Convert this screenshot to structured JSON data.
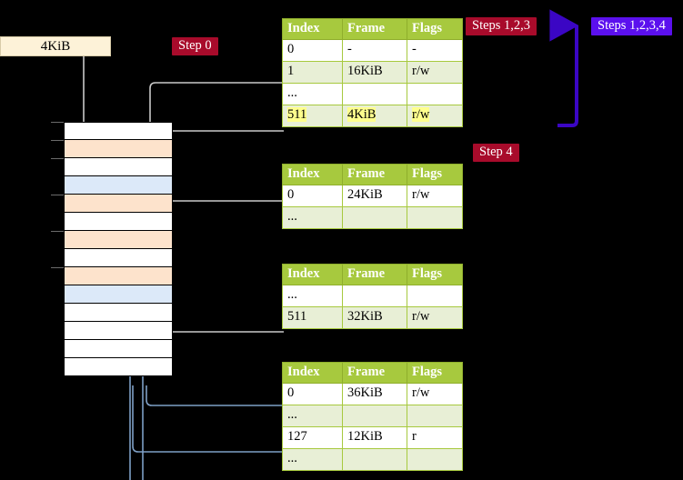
{
  "banner": {
    "label": "4KiB"
  },
  "badges": [
    {
      "name": "step-0",
      "label": "Step 0",
      "color": "#a80b2b",
      "style": "red"
    },
    {
      "name": "steps-123",
      "label": "Steps 1,2,3",
      "color": "#a80b2b",
      "style": "red"
    },
    {
      "name": "steps-1234",
      "label": "Steps 1,2,3,4",
      "color": "#5b10ee",
      "style": "blue"
    },
    {
      "name": "step-4",
      "label": "Step 4",
      "color": "#a80b2b",
      "style": "red"
    }
  ],
  "colors": {
    "table_header": "#a7c93e",
    "table_row_alt": "#e8efd6",
    "highlight": "#ffff8d",
    "memory_orange": "#fde3cc",
    "memory_blue": "#dce9f9",
    "banner_fill": "#fdf2d8",
    "wire_gray": "#b4b4b4",
    "wire_blue": "#7e9fc6",
    "bracket_purple": "#3b06c4"
  },
  "tables": [
    {
      "name": "page-table-1",
      "headers": [
        "Index",
        "Frame",
        "Flags"
      ],
      "rows": [
        {
          "cells": [
            "0",
            "-",
            "-"
          ],
          "shade": "w",
          "highlight": false
        },
        {
          "cells": [
            "1",
            "16KiB",
            "r/w"
          ],
          "shade": "g",
          "highlight": false
        },
        {
          "cells": [
            "...",
            "",
            ""
          ],
          "shade": "w",
          "highlight": false
        },
        {
          "cells": [
            "511",
            "4KiB",
            "r/w"
          ],
          "shade": "g",
          "highlight": true
        }
      ]
    },
    {
      "name": "page-table-2",
      "headers": [
        "Index",
        "Frame",
        "Flags"
      ],
      "rows": [
        {
          "cells": [
            "0",
            "24KiB",
            "r/w"
          ],
          "shade": "w",
          "highlight": false
        },
        {
          "cells": [
            "...",
            "",
            ""
          ],
          "shade": "g",
          "highlight": false
        }
      ]
    },
    {
      "name": "page-table-3",
      "headers": [
        "Index",
        "Frame",
        "Flags"
      ],
      "rows": [
        {
          "cells": [
            "...",
            "",
            ""
          ],
          "shade": "w",
          "highlight": false
        },
        {
          "cells": [
            "511",
            "32KiB",
            "r/w"
          ],
          "shade": "g",
          "highlight": false
        }
      ]
    },
    {
      "name": "page-table-4",
      "headers": [
        "Index",
        "Frame",
        "Flags"
      ],
      "rows": [
        {
          "cells": [
            "0",
            "36KiB",
            "r/w"
          ],
          "shade": "w",
          "highlight": false
        },
        {
          "cells": [
            "...",
            "",
            ""
          ],
          "shade": "g",
          "highlight": false
        },
        {
          "cells": [
            "127",
            "12KiB",
            "r"
          ],
          "shade": "w",
          "highlight": false
        },
        {
          "cells": [
            "...",
            "",
            ""
          ],
          "shade": "g",
          "highlight": false
        }
      ]
    }
  ],
  "memory_rows": [
    {
      "fill": "m-white"
    },
    {
      "fill": "m-orange"
    },
    {
      "fill": "m-white"
    },
    {
      "fill": "m-blue"
    },
    {
      "fill": "m-orange"
    },
    {
      "fill": "m-white"
    },
    {
      "fill": "m-orange"
    },
    {
      "fill": "m-white"
    },
    {
      "fill": "m-orange"
    },
    {
      "fill": "m-blue"
    },
    {
      "fill": "m-white"
    },
    {
      "fill": "m-white"
    },
    {
      "fill": "m-white"
    },
    {
      "fill": "m-white"
    }
  ]
}
